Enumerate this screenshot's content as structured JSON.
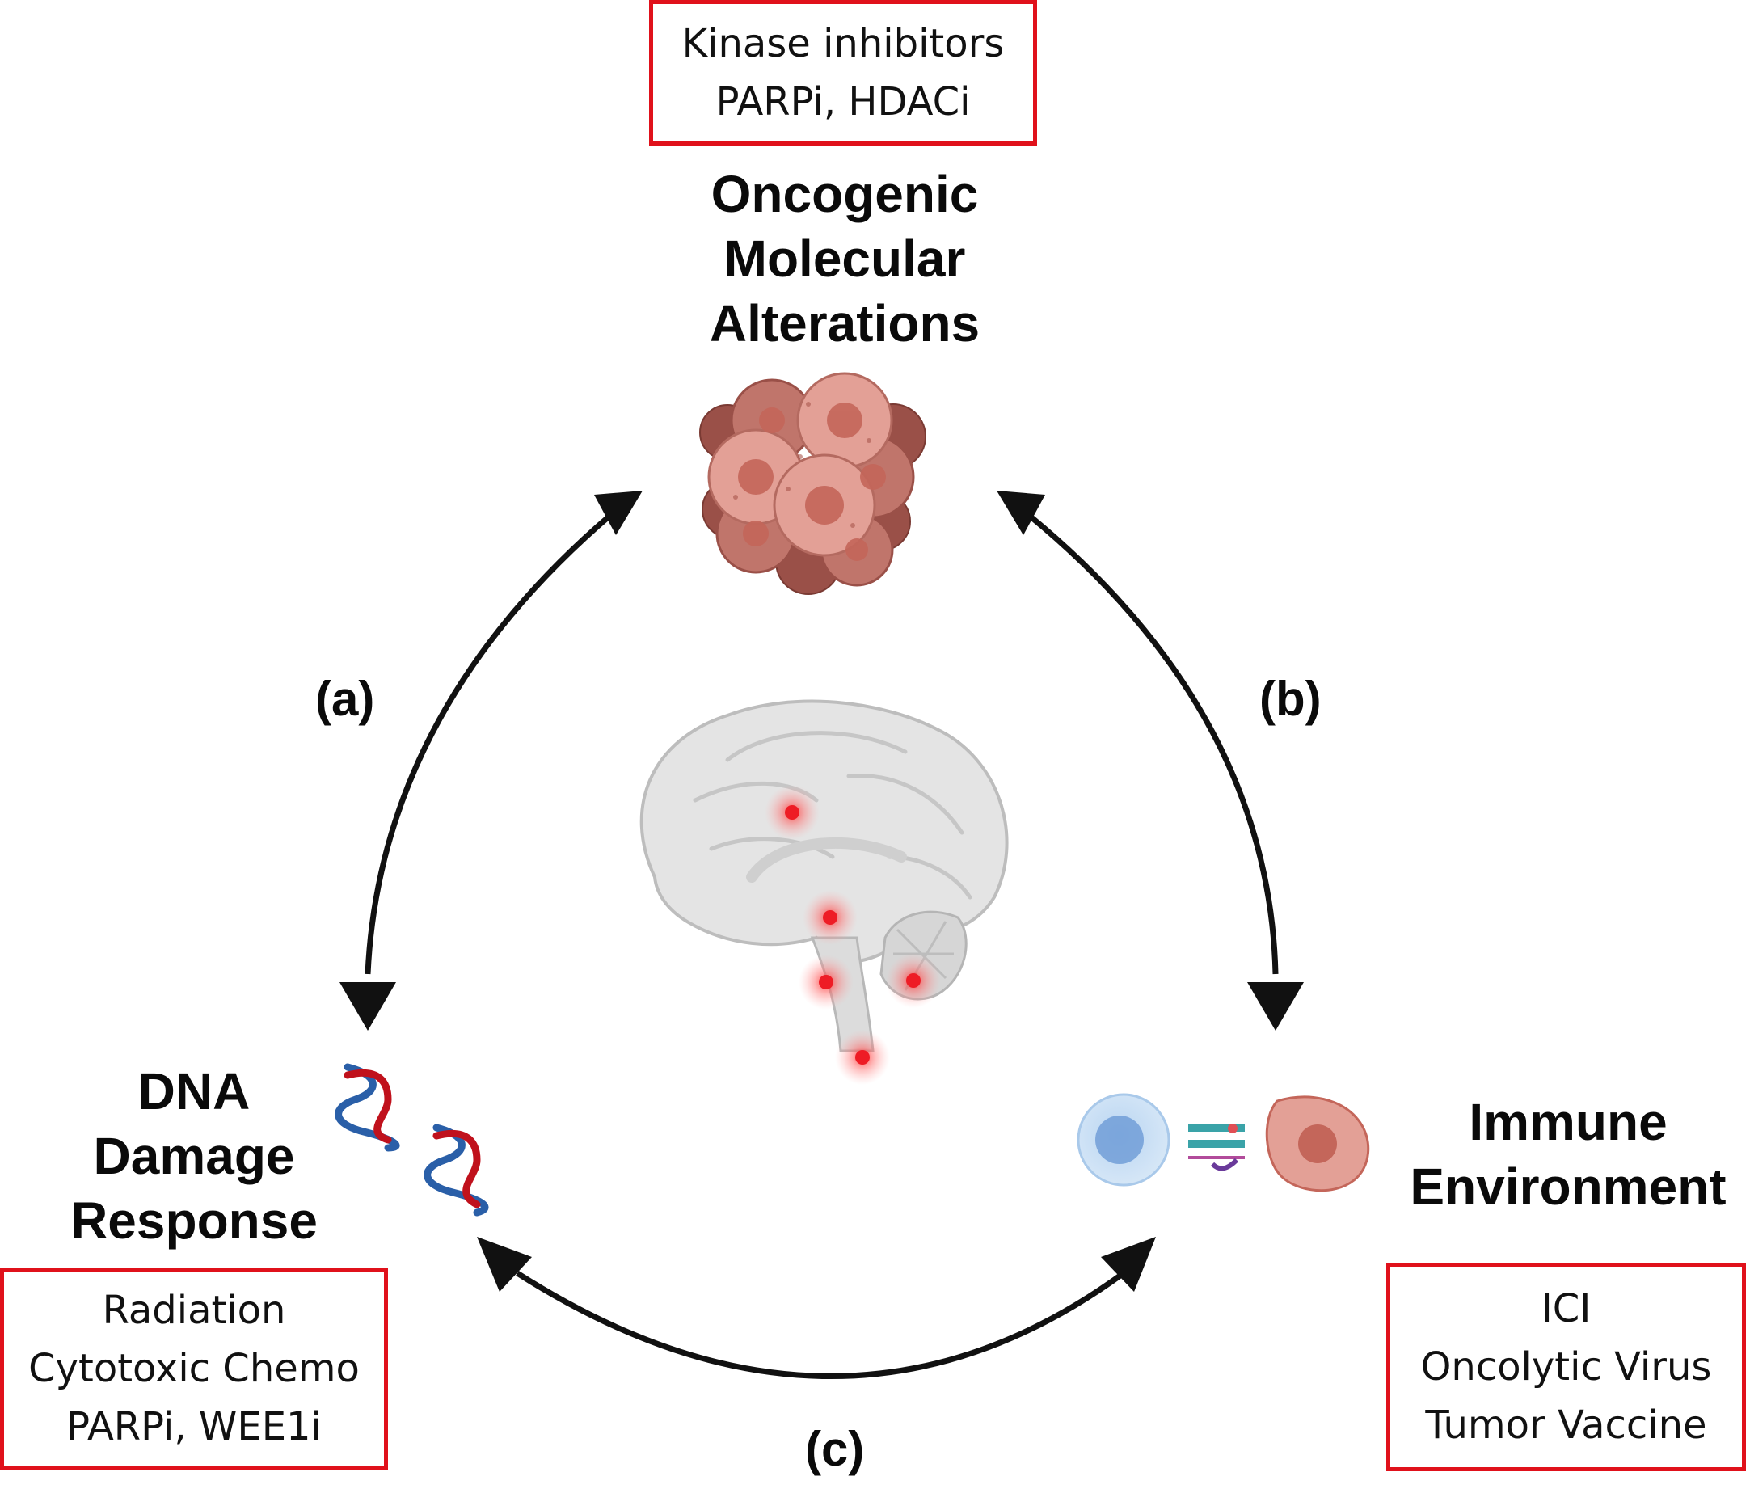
{
  "nodes": {
    "oncogenic": {
      "title_lines": [
        "Oncogenic",
        "Molecular",
        "Alterations"
      ],
      "therapies": [
        "Kinase inhibitors",
        "PARPi, HDACi"
      ]
    },
    "dna": {
      "title_lines": [
        "DNA",
        "Damage",
        "Response"
      ],
      "therapies": [
        "Radiation",
        "Cytotoxic Chemo",
        "PARPi, WEE1i"
      ]
    },
    "immune": {
      "title_lines": [
        "Immune",
        "Environment"
      ],
      "therapies": [
        "ICI",
        "Oncolytic Virus",
        "Tumor Vaccine"
      ]
    }
  },
  "links": {
    "a": "(a)",
    "b": "(b)",
    "c": "(c)"
  },
  "icons": {
    "center": "brain-icon",
    "oncogenic": "tumor-cell-cluster-icon",
    "dna": "dna-helix-icon",
    "immune": "immune-synapse-icon"
  },
  "colors": {
    "box_border": "#e0111b",
    "arrow": "#111111",
    "tumor_cell": "#d9897e",
    "dna_red": "#c0111c",
    "dna_blue": "#2a5fa8",
    "lesion": "#ee1c25"
  }
}
